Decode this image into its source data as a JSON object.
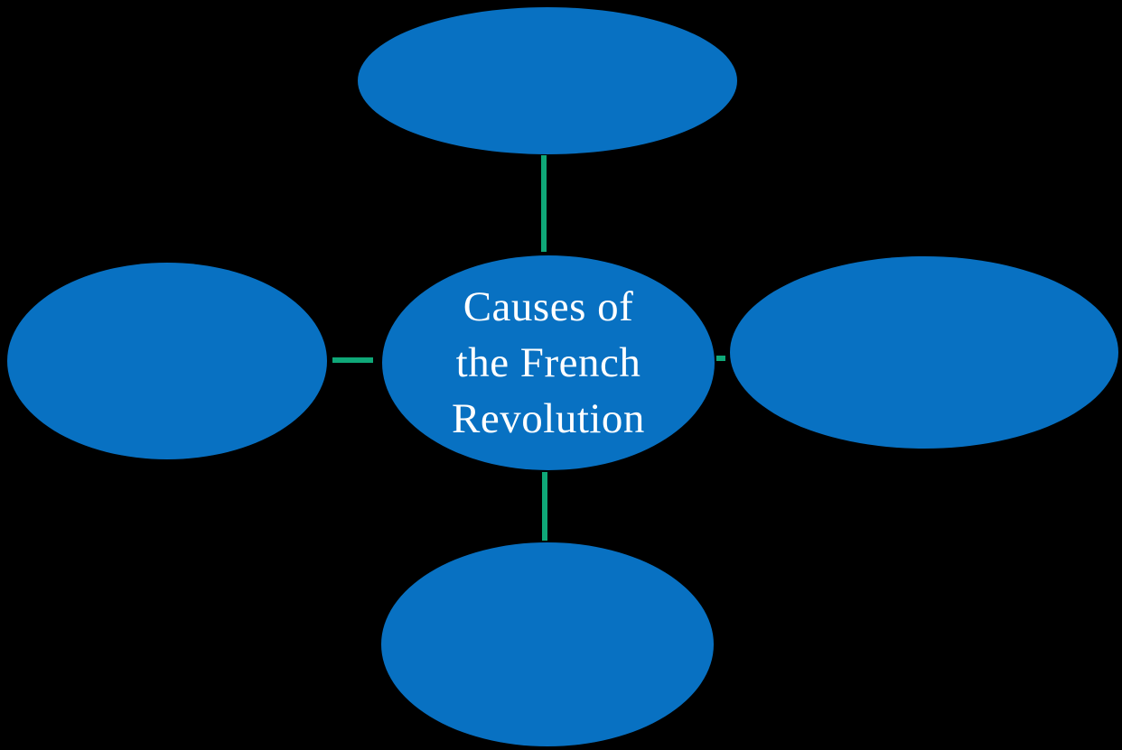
{
  "diagram": {
    "colors": {
      "background": "#000000",
      "node_fill": "#0871C2",
      "connector": "#0FA878",
      "text": "#FFFFFF"
    },
    "center_node": {
      "label": "Causes of the French Revolution",
      "lines": [
        "Causes of",
        "the French",
        "Revolution"
      ]
    },
    "outer_nodes": [
      {
        "id": "top-node",
        "label": ""
      },
      {
        "id": "left-node",
        "label": ""
      },
      {
        "id": "right-node",
        "label": ""
      },
      {
        "id": "bottom-node",
        "label": ""
      }
    ]
  }
}
